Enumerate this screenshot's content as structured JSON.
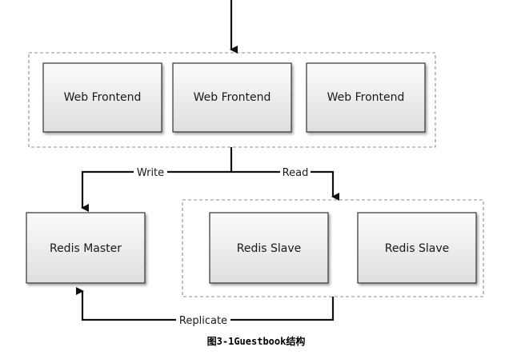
{
  "nodes": {
    "web_frontend_1": "Web Frontend",
    "web_frontend_2": "Web Frontend",
    "web_frontend_3": "Web Frontend",
    "redis_master": "Redis Master",
    "redis_slave_1": "Redis Slave",
    "redis_slave_2": "Redis Slave"
  },
  "edges": {
    "write": "Write",
    "read": "Read",
    "replicate": "Replicate"
  },
  "caption": "图3-1Guestbook结构",
  "colors": {
    "box_top": "#fbfbfb",
    "box_bottom": "#dedede",
    "box_stroke": "#333333",
    "group_stroke": "#8c8c8c",
    "edge": "#111111"
  }
}
